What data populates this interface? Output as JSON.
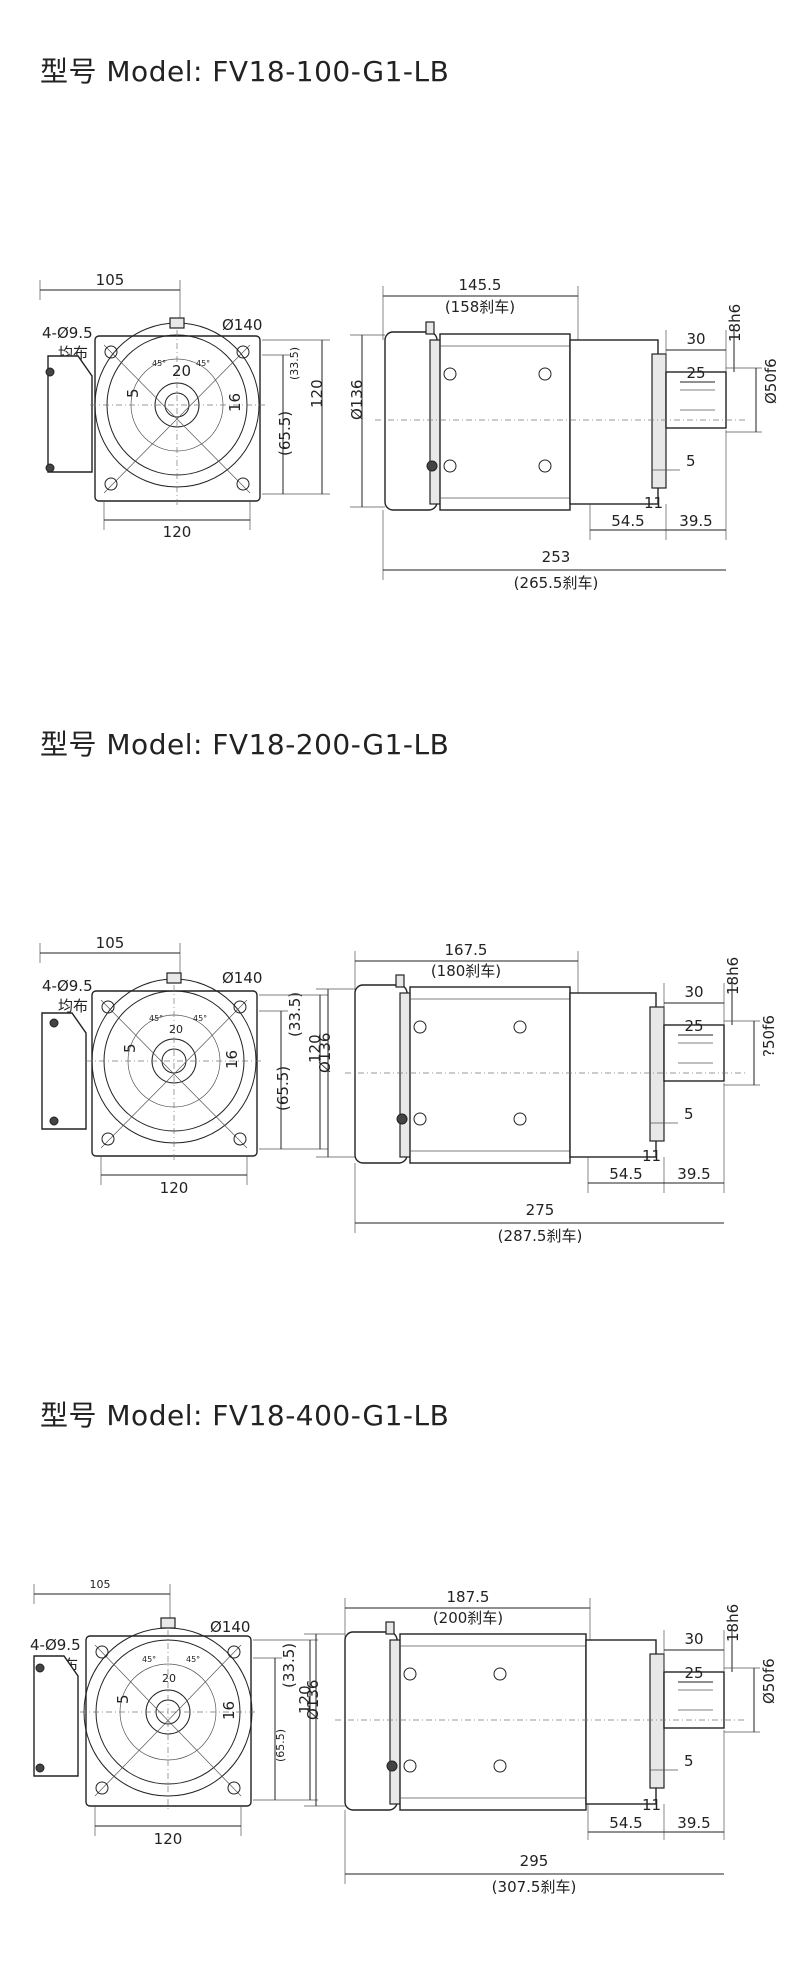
{
  "models": [
    {
      "title": "型号 Model: FV18-100-G1-LB",
      "front": {
        "w105": "105",
        "holes": "4-Ø9.5",
        "evenly": "均布",
        "d140": "Ø140",
        "a45l": "45°",
        "a45r": "45°",
        "d20": "20",
        "d5": "5",
        "d16": "16",
        "d33": "(33.5)",
        "d120v": "120",
        "d65": "(65.5)",
        "w120": "120"
      },
      "side": {
        "len1": "145.5",
        "len1b": "(158刹车)",
        "d136": "Ø136",
        "d30": "30",
        "d18": "18h6",
        "d25": "25",
        "d50": "Ø50f6",
        "d5": "5",
        "d11": "11",
        "d54": "54.5",
        "d39": "39.5",
        "total": "253",
        "totalb": "(265.5刹车)"
      }
    },
    {
      "title": "型号 Model: FV18-200-G1-LB",
      "front": {
        "w105": "105",
        "holes": "4-Ø9.5",
        "evenly": "均布",
        "d140": "Ø140",
        "a45l": "45°",
        "a45r": "45°",
        "d20": "20",
        "d5": "5",
        "d16": "16",
        "d33": "(33.5)",
        "d120v": "120",
        "d65": "(65.5)",
        "w120": "120"
      },
      "side": {
        "len1": "167.5",
        "len1b": "(180刹车)",
        "d136": "Ø136",
        "d30": "30",
        "d18": "18h6",
        "d25": "25",
        "d50": "?50f6",
        "d5": "5",
        "d11": "11",
        "d54": "54.5",
        "d39": "39.5",
        "total": "275",
        "totalb": "(287.5刹车)"
      }
    },
    {
      "title": "型号 Model: FV18-400-G1-LB",
      "front": {
        "w105": "105",
        "holes": "4-Ø9.5",
        "evenly": "均布",
        "d140": "Ø140",
        "a45l": "45°",
        "a45r": "45°",
        "d20": "20",
        "d5": "5",
        "d16": "16",
        "d33": "(33.5)",
        "d120v": "120",
        "d65": "(65.5)",
        "w120": "120"
      },
      "side": {
        "len1": "187.5",
        "len1b": "(200刹车)",
        "d136": "Ø136",
        "d30": "30",
        "d18": "18h6",
        "d25": "25",
        "d50": "Ø50f6",
        "d5": "5",
        "d11": "11",
        "d54": "54.5",
        "d39": "39.5",
        "total": "295",
        "totalb": "(307.5刹车)"
      }
    }
  ]
}
